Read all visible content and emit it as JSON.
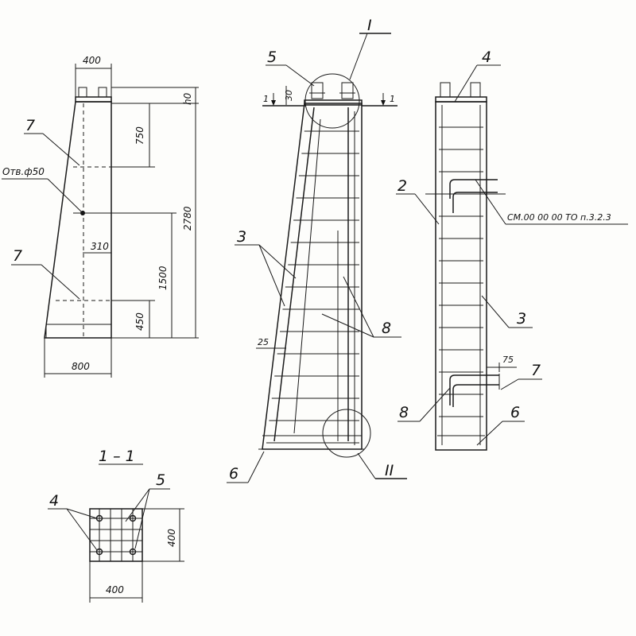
{
  "labels": {
    "d400_top": "400",
    "h0": "h0",
    "d750": "750",
    "d2780": "2780",
    "hole": "Отв.ф50",
    "d310": "310",
    "d1500": "1500",
    "d450": "450",
    "d800": "800",
    "pos7_a": "7",
    "pos7_b": "7",
    "pos5_mid": "5",
    "roman1": "I",
    "d30": "30",
    "cut1_left": "1",
    "cut1_right": "1",
    "pos3_mid": "3",
    "pos8_mid": "8",
    "d25": "25",
    "pos6_mid": "6",
    "roman2": "II",
    "pos4_right": "4",
    "pos2": "2",
    "ref": "СМ.00 00 00 ТО п.3.2.3",
    "pos3_right": "3",
    "d75": "75",
    "pos7_right": "7",
    "pos8_right": "8",
    "pos6_right": "6",
    "section": "1 – 1",
    "pos4_sec": "4",
    "pos5_sec": "5",
    "d400_sec_v": "400",
    "d400_sec_h": "400"
  }
}
